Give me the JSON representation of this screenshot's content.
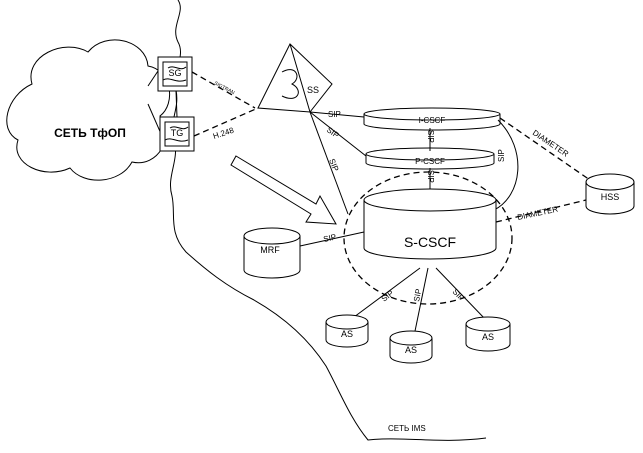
{
  "networks": {
    "pstn": "СЕТЬ ТфОП",
    "ims": "СЕТЬ IMS"
  },
  "gateways": {
    "sg": "SG",
    "tg": "TG"
  },
  "nodes": {
    "ss": "SS",
    "icscf": "I-CSCF",
    "pcscf": "P-CSCF",
    "scscf": "S-CSCF",
    "hss": "HSS",
    "mrf": "MRF",
    "as1": "AS",
    "as2": "AS",
    "as3": "AS"
  },
  "protocols": {
    "sigtran": "SIGTRAN",
    "h248": "H.248",
    "sip": "SIP",
    "diameter": "DIAMETER"
  }
}
